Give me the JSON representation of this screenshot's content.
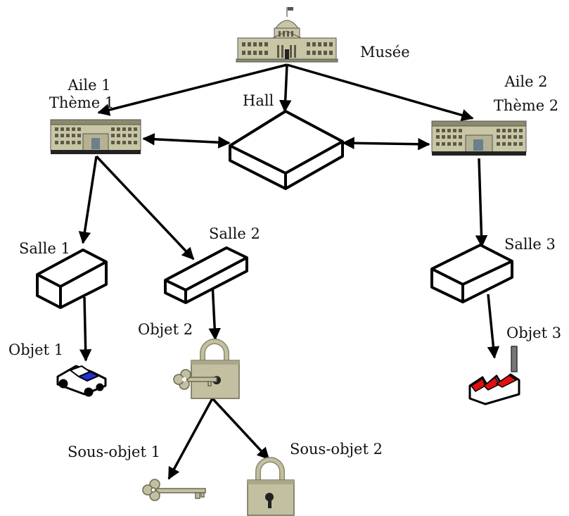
{
  "labels": {
    "musee": "Musée",
    "hall": "Hall",
    "aile1_line1": "Aile 1",
    "aile1_line2": "Thème 1",
    "aile2_line1": "Aile 2",
    "aile2_line2": "Thème 2",
    "salle1": "Salle 1",
    "salle2": "Salle 2",
    "salle3": "Salle 3",
    "objet1": "Objet 1",
    "objet2": "Objet 2",
    "objet3": "Objet 3",
    "sousobjet1": "Sous-objet 1",
    "sousobjet2": "Sous-objet 2"
  },
  "colors": {
    "building": "#c9c6a6",
    "building_dark": "#8c8a6c",
    "metal": "#c2c0a0",
    "car_blue": "#2230d0",
    "factory_red": "#e01010",
    "stroke": "#000000"
  }
}
